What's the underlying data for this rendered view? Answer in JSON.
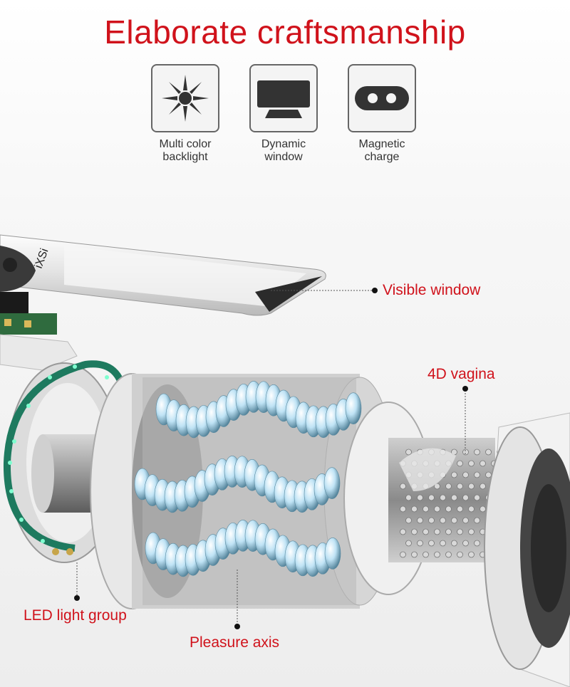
{
  "title": "Elaborate craftsmanship",
  "features": [
    {
      "icon": "sun-icon",
      "label": "Multi color\nbacklight"
    },
    {
      "icon": "monitor-icon",
      "label": "Dynamic\nwindow"
    },
    {
      "icon": "magnetic-charge-icon",
      "label": "Magnetic\ncharge"
    }
  ],
  "product_logo_text": "iXSi",
  "callouts": {
    "visible_window": "Visible window",
    "vagina_4d": "4D vagina",
    "led_light_group": "LED light group",
    "pleasure_axis": "Pleasure axis"
  },
  "colors": {
    "accent_red": "#d0121b",
    "led_ring": "#1e7a5f",
    "led_dot": "#7fffd0",
    "spring_blue": "#8fc9e8"
  }
}
